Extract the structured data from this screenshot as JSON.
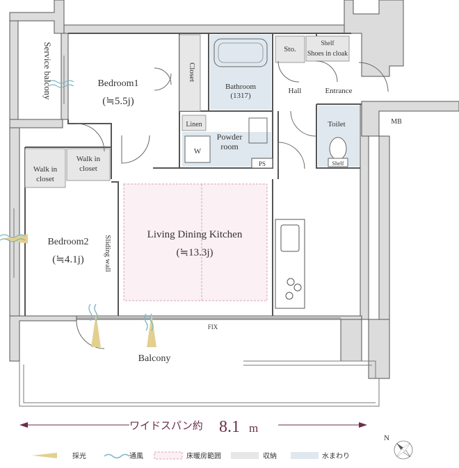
{
  "colors": {
    "wall": "#dcdcdc",
    "wall_stroke": "#555555",
    "storage": "#e7e7e7",
    "water": "#dfe8ee",
    "heated_floor_dash": "#d9a3b8",
    "heated_floor_fill": "#fbf0f4",
    "light_arrow": "#e3cf8f",
    "wind": "#7ab6c4",
    "accent": "#6b2d4a"
  },
  "rooms": {
    "service_balcony": "Service balcony",
    "bedroom1": {
      "name": "Bedroom1",
      "size": "(≒5.5j)"
    },
    "closet": "Closet",
    "bathroom": {
      "name": "Bathroom",
      "size": "(1317)"
    },
    "sto": "Sto.",
    "shelf_top": "Shelf",
    "shoes_in_cloak": "Shoes in cloak",
    "hall": "Hall",
    "entrance": "Entrance",
    "mb": "MB",
    "linen": "Linen",
    "w": "W",
    "powder_room": {
      "line1": "Powder",
      "line2": "room"
    },
    "ps": "PS",
    "toilet": "Toilet",
    "toilet_shelf": "Shelf",
    "walk_in_closet_upper": {
      "line1": "Walk in",
      "line2": "closet"
    },
    "walk_in_closet_lower": {
      "line1": "Walk in",
      "line2": "closet"
    },
    "bedroom2": {
      "name": "Bedroom2",
      "size": "(≒4.1j)"
    },
    "sliding_wall": "Sliding wall",
    "ldk": {
      "name": "Living Dining Kitchen",
      "size": "(≒13.3j)"
    },
    "fix": "FIX",
    "balcony": "Balcony"
  },
  "span": {
    "label": "ワイドスパン約",
    "value": "8.1",
    "unit": "m"
  },
  "compass": {
    "north": "N"
  },
  "legend": [
    {
      "key": "light",
      "label": "採光"
    },
    {
      "key": "wind",
      "label": "通風"
    },
    {
      "key": "floor_heating",
      "label": "床暖房範囲"
    },
    {
      "key": "storage",
      "label": "収納"
    },
    {
      "key": "water",
      "label": "水まわり"
    }
  ]
}
